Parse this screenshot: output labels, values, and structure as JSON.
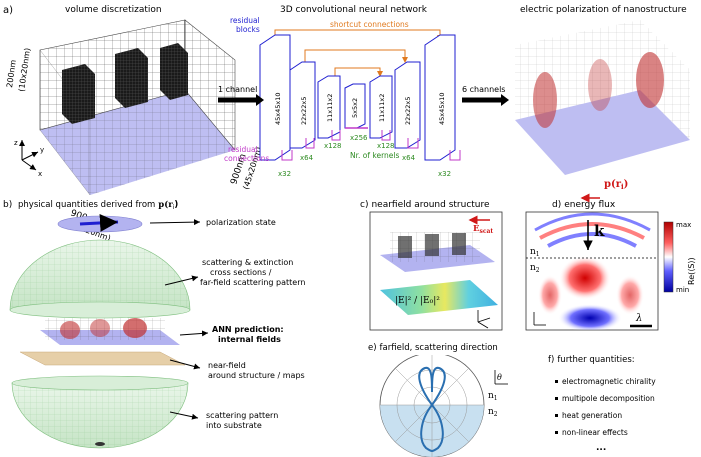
{
  "panel_a": {
    "label": "a)",
    "vol_title": "volume discretization",
    "dim_height": "200nm",
    "dim_height_sub": "(10x20nm)",
    "dim_width": "900nm",
    "dim_width_sub": "(45x20nm)",
    "dim_depth": "900nm",
    "dim_depth_sub": "(45x20nm)",
    "axis_x": "x",
    "axis_y": "y",
    "axis_z": "z",
    "cnn_title": "3D convolutional neural network",
    "residual_blocks": "residual",
    "residual_blocks2": "blocks",
    "shortcut": "shortcut connections",
    "residual_conn": "residual",
    "residual_conn2": "connections",
    "kernels": "Nr. of kernels",
    "in_channel": "1 channel",
    "out_channel": "6 channels",
    "layers": [
      "45x45x10",
      "22x22x5",
      "11x11x2",
      "5x5x2",
      "11x11x2",
      "22x22x5",
      "45x45x10"
    ],
    "kernel_counts": [
      "x32",
      "x64",
      "x128",
      "x256",
      "x128",
      "x64",
      "x32"
    ],
    "pol_title": "electric polarization of nanostructure",
    "pol_label": "p(r",
    "pol_sub": "i",
    "pol_close": ")"
  },
  "panel_b": {
    "label": "b)",
    "title": "physical quantities derived from",
    "title_p": "p(r",
    "title_sub": "i",
    "title_close": ")",
    "items": [
      "polarization state",
      "scattering & extinction",
      "cross sections /",
      "far-field scattering pattern",
      "ANN prediction:",
      "internal fields",
      "near-field",
      "around structure / maps",
      "scattering pattern",
      "into substrate"
    ]
  },
  "panel_c": {
    "label": "c)",
    "title": "nearfield around structure",
    "escat": "E",
    "escat_sub": "scat",
    "ratio": "|E|² / |E₀|²"
  },
  "panel_d": {
    "label": "d)",
    "title": "energy flux",
    "k": "k",
    "n1": "n",
    "n1_sub": "1",
    "n2": "n",
    "n2_sub": "2",
    "lambda": "λ",
    "cb_max": "max",
    "cb_min": "min",
    "cb_label": "Re(⟨S⟩)"
  },
  "panel_e": {
    "label": "e)",
    "title": "farfield, scattering direction",
    "theta": "θ",
    "n1": "n",
    "n1_sub": "1",
    "n2": "n",
    "n2_sub": "2"
  },
  "panel_f": {
    "label": "f)",
    "title": "further quantities:",
    "items": [
      "electromagnetic chirality",
      "multipole decomposition",
      "heat generation",
      "non-linear effects"
    ],
    "more": "..."
  },
  "colors": {
    "blue": "#1f1fd0",
    "orange": "#e07a1f",
    "magenta": "#c03ac8",
    "green": "#2e8b22",
    "red": "#d01818"
  }
}
